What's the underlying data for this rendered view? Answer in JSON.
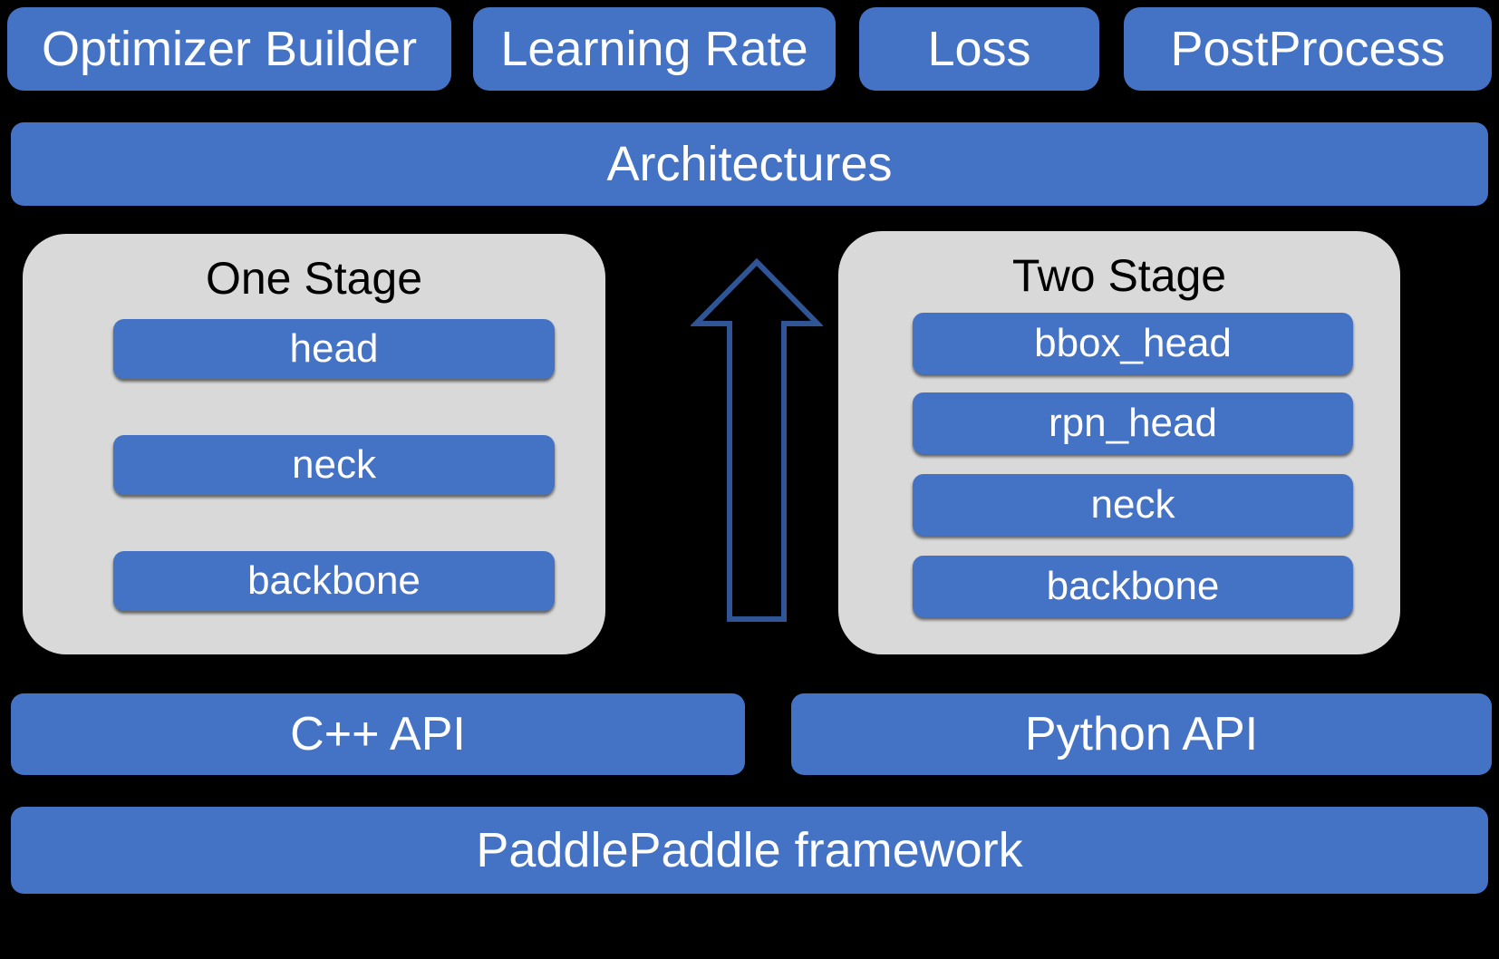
{
  "diagram": {
    "background_color": "#000000",
    "accent_blue": "#4472C4",
    "panel_gray": "#D9D9D9",
    "text_on_blue": "#FFFFFF",
    "panel_title_color": "#000000",
    "arrow_outline_color": "#2F5597"
  },
  "top_row": {
    "chips": [
      {
        "label": "Optimizer Builder"
      },
      {
        "label": "Learning Rate"
      },
      {
        "label": "Loss"
      },
      {
        "label": "PostProcess"
      }
    ]
  },
  "architectures": {
    "label": "Architectures"
  },
  "stages": {
    "one_stage": {
      "title": "One Stage",
      "modules": [
        {
          "label": "head"
        },
        {
          "label": "neck"
        },
        {
          "label": "backbone"
        }
      ]
    },
    "two_stage": {
      "title": "Two Stage",
      "modules": [
        {
          "label": "bbox_head"
        },
        {
          "label": "rpn_head"
        },
        {
          "label": "neck"
        },
        {
          "label": "backbone"
        }
      ]
    }
  },
  "arrow": {
    "icon": "arrow-up-icon",
    "direction": "up"
  },
  "api_row": {
    "items": [
      {
        "label": "C++ API"
      },
      {
        "label": "Python API"
      }
    ]
  },
  "framework": {
    "label": "PaddlePaddle framework"
  }
}
